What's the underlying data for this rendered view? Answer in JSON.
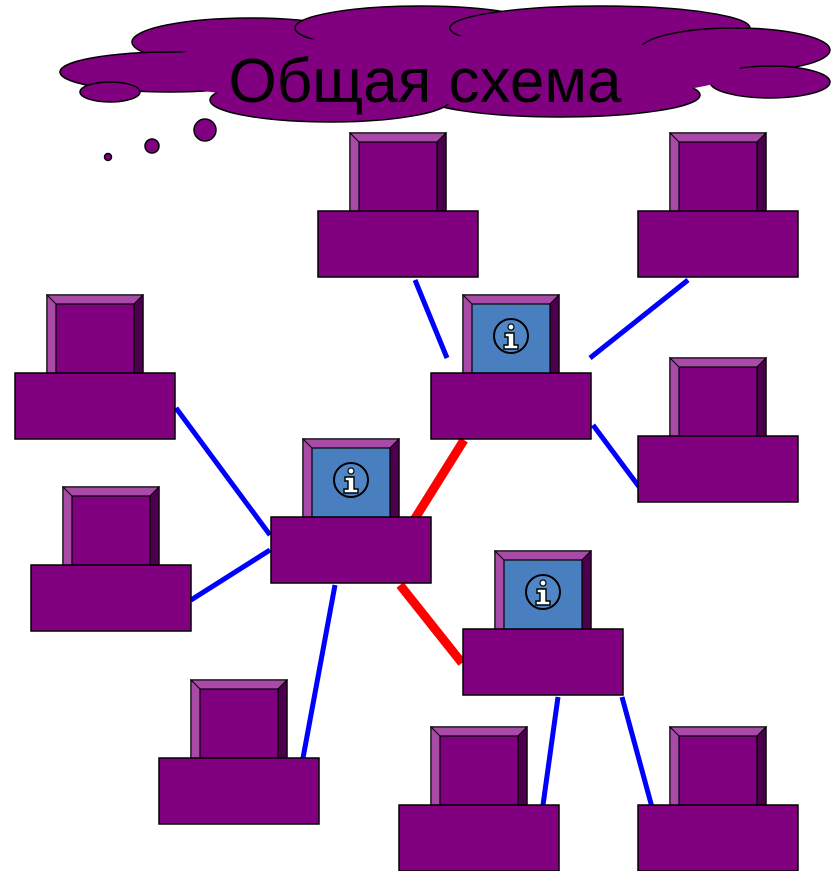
{
  "title": "Общая схема",
  "colors": {
    "background": "#ffffff",
    "computer_body": "#800080",
    "monitor_face": "#800080",
    "monitor_bevel_light": "#a94aa9",
    "monitor_bevel_dark": "#4b004b",
    "server_screen": "#4a7fbf",
    "info_icon_fill": "#4f86c6",
    "outline": "#000000",
    "client_link": "#0000ff",
    "server_link": "#ff0000",
    "cloud_fill": "#800080"
  },
  "nodes": [
    {
      "id": "pc-top-center",
      "role": "client"
    },
    {
      "id": "pc-top-right",
      "role": "client"
    },
    {
      "id": "pc-left-upper",
      "role": "client"
    },
    {
      "id": "pc-left-lower",
      "role": "client"
    },
    {
      "id": "pc-right-middle",
      "role": "client"
    },
    {
      "id": "pc-bottom-left",
      "role": "client"
    },
    {
      "id": "pc-bottom-center",
      "role": "client"
    },
    {
      "id": "pc-bottom-right",
      "role": "client"
    },
    {
      "id": "server-top",
      "role": "server",
      "icon": "info-icon"
    },
    {
      "id": "server-middle",
      "role": "server",
      "icon": "info-icon"
    },
    {
      "id": "server-bottom",
      "role": "server",
      "icon": "info-icon"
    }
  ],
  "links": [
    {
      "from": "pc-top-center",
      "to": "server-top",
      "type": "client"
    },
    {
      "from": "pc-top-right",
      "to": "server-top",
      "type": "client"
    },
    {
      "from": "pc-right-middle",
      "to": "server-top",
      "type": "client"
    },
    {
      "from": "pc-left-upper",
      "to": "server-middle",
      "type": "client"
    },
    {
      "from": "pc-left-lower",
      "to": "server-middle",
      "type": "client"
    },
    {
      "from": "pc-bottom-left",
      "to": "server-middle",
      "type": "client"
    },
    {
      "from": "pc-bottom-center",
      "to": "server-bottom",
      "type": "client"
    },
    {
      "from": "pc-bottom-right",
      "to": "server-bottom",
      "type": "client"
    },
    {
      "from": "server-middle",
      "to": "server-top",
      "type": "server"
    },
    {
      "from": "server-middle",
      "to": "server-bottom",
      "type": "server"
    }
  ]
}
